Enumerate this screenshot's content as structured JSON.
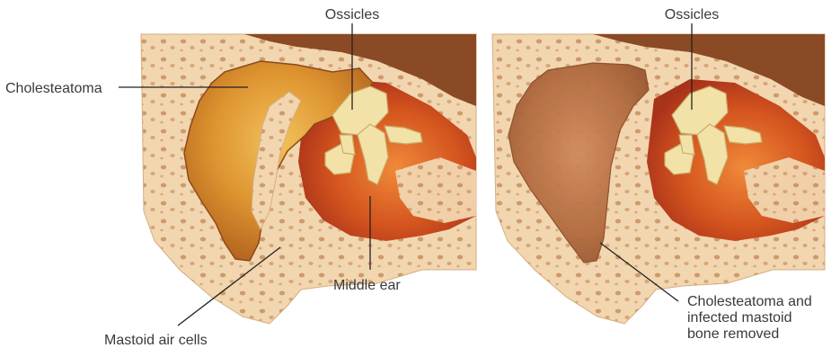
{
  "labels": {
    "ossicles_left": "Ossicles",
    "ossicles_right": "Ossicles",
    "cholesteatoma": "Cholesteatoma",
    "middle_ear": "Middle ear",
    "mastoid_air_cells": "Mastoid air cells",
    "removed_line1": "Cholesteatoma and",
    "removed_line2": "infected mastoid",
    "removed_line3": "bone removed"
  },
  "colors": {
    "bone": "#f2d6b0",
    "bone_dark": "#d9b48a",
    "pore": "#c99060",
    "canal_brown": "#8a4a25",
    "middle_ear_red": "#c8421a",
    "middle_ear_orange": "#e8742a",
    "ossicle": "#f3e2a8",
    "cholesteatoma": "#e09a2e",
    "removed_cavity": "#b86d3e",
    "leader_line": "#222222",
    "text": "#3a3a3a"
  }
}
